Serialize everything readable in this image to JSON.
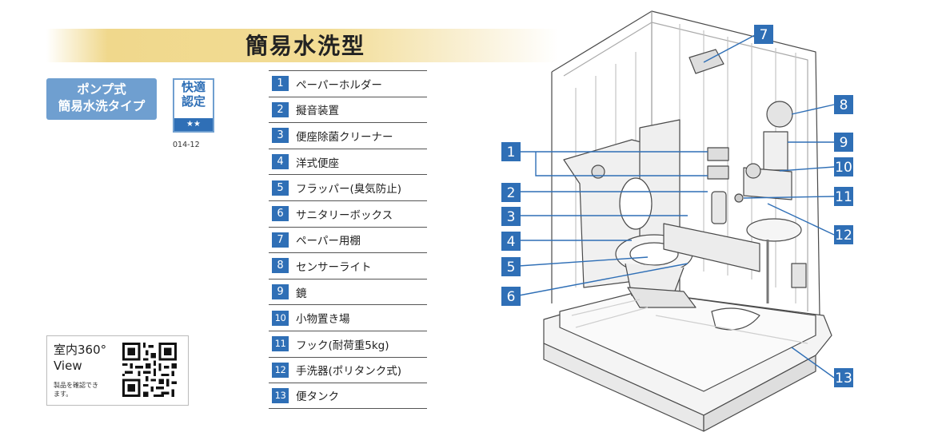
{
  "header": {
    "title": "簡易水洗型"
  },
  "badges": {
    "pump_line1": "ポンプ式",
    "pump_line2": "簡易水洗タイプ",
    "cert_line1": "快適",
    "cert_line2": "認定",
    "cert_stars": "★★",
    "cert_code": "014-12"
  },
  "qr": {
    "title_line1": "室内360°",
    "title_line2": "View",
    "note_line1": "製品を確認でき",
    "note_line2": "ます。"
  },
  "legend": [
    {
      "num": "1",
      "label": "ペーパーホルダー"
    },
    {
      "num": "2",
      "label": "擬音装置"
    },
    {
      "num": "3",
      "label": "便座除菌クリーナー"
    },
    {
      "num": "4",
      "label": "洋式便座"
    },
    {
      "num": "5",
      "label": "フラッパー(臭気防止)"
    },
    {
      "num": "6",
      "label": "サニタリーボックス"
    },
    {
      "num": "7",
      "label": "ペーパー用棚"
    },
    {
      "num": "8",
      "label": "センサーライト"
    },
    {
      "num": "9",
      "label": "鏡"
    },
    {
      "num": "10",
      "label": "小物置き場"
    },
    {
      "num": "11",
      "label": "フック(耐荷重5kg)"
    },
    {
      "num": "12",
      "label": "手洗器(ポリタンク式)"
    },
    {
      "num": "13",
      "label": "便タンク"
    }
  ],
  "callouts": [
    "1",
    "2",
    "3",
    "4",
    "5",
    "6",
    "7",
    "8",
    "9",
    "10",
    "11",
    "12",
    "13"
  ],
  "colors": {
    "accent": "#2f6fb6",
    "badge": "#6f9fd0",
    "band": "#f0d88c"
  }
}
